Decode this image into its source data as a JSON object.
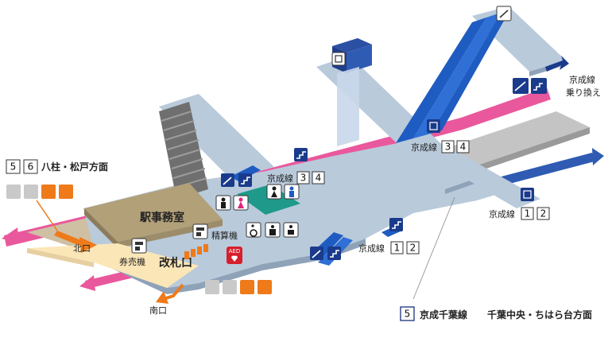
{
  "colors": {
    "floor": "#b9cadb",
    "floor_dark": "#8ea2b8",
    "office": "#b2a079",
    "gates": "#fbe6b8",
    "track_pink": "#e9589c",
    "track_blue": "#2f5bb3",
    "escalator": "#1f5cc2",
    "icon_blue": "#1a3b8c",
    "icon_orange": "#ee7a1a",
    "icon_gray": "#c9c9c9",
    "toilet": "#1f9a8a"
  },
  "rooms": {
    "station_office": "駅事務室",
    "ticket_gate": "改札口",
    "ticket_machine": "券売機",
    "fare_adjust": "精算機"
  },
  "exits": {
    "north": "北口",
    "south": "南口"
  },
  "aed": "AED",
  "directions": {
    "platform_56": {
      "nums": [
        "5",
        "6"
      ],
      "text": "八柱・松戸方面"
    },
    "platform_5_chiba": {
      "num": "5",
      "line": "京成千葉線",
      "text": "千葉中央・ちはら台方面"
    },
    "keisei_transfer": "京成線\n乗り換え"
  },
  "line_labels": {
    "keisei": "京成線",
    "keisei_transfer_line1": "京成線",
    "keisei_transfer_line2": "乗り換え"
  },
  "platform_badges": {
    "upper_34": [
      "3",
      "4"
    ],
    "mid_34": [
      "3",
      "4"
    ],
    "right_12": [
      "1",
      "2"
    ],
    "low_12": [
      "1",
      "2"
    ]
  },
  "icons": {
    "escalator": "escalator-icon",
    "elevator": "elevator-icon",
    "stairs": "stairs-icon",
    "toilet_m": "mens-toilet-icon",
    "toilet_f": "womens-toilet-icon",
    "accessible": "accessible-toilet-icon",
    "baby": "baby-icon"
  }
}
